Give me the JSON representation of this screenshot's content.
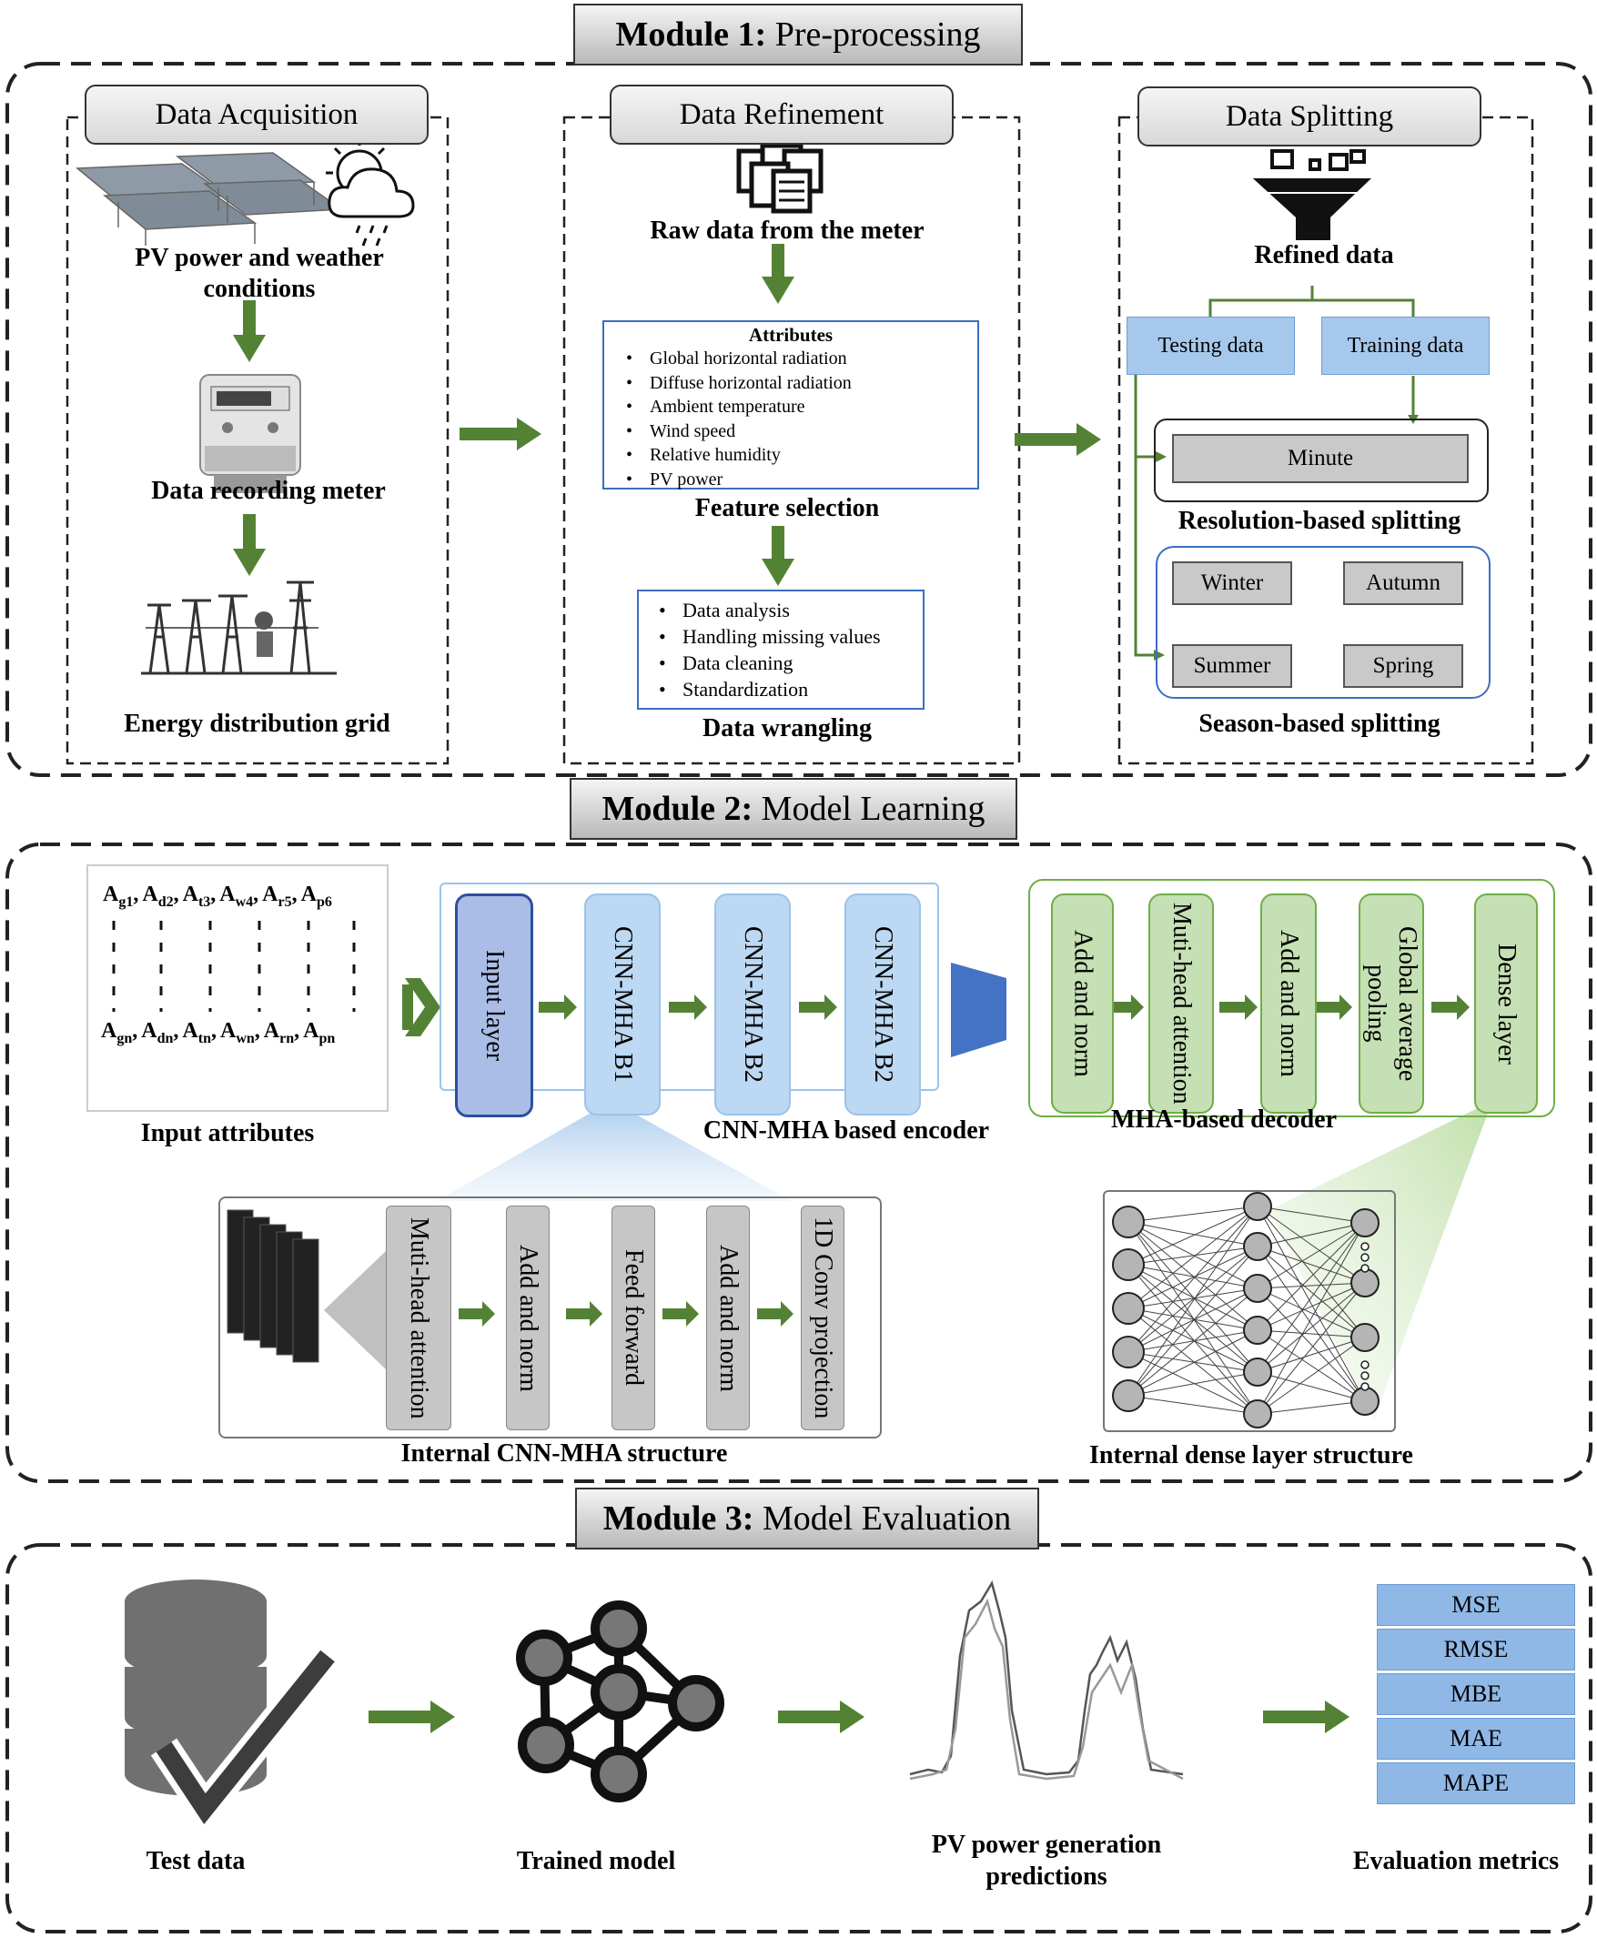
{
  "module1": {
    "title_bold": "Module 1:",
    "title_rest": " Pre-processing",
    "acquisition": {
      "heading": "Data Acquisition",
      "pv_caption": "PV power and weather conditions",
      "meter_caption": "Data recording  meter",
      "grid_caption": "Energy distribution grid"
    },
    "refinement": {
      "heading": "Data Refinement",
      "raw_caption": "Raw data from the meter",
      "attributes_title": "Attributes",
      "attributes": [
        "Global horizontal radiation",
        "Diffuse horizontal radiation",
        "Ambient temperature",
        "Wind speed",
        "Relative humidity",
        "PV power"
      ],
      "feature_caption": "Feature selection",
      "wrangling_items": [
        "Data analysis",
        "Handling missing values",
        "Data cleaning",
        "Standardization"
      ],
      "wrangling_caption": "Data wrangling"
    },
    "splitting": {
      "heading": "Data Splitting",
      "refined_caption": "Refined  data",
      "testing": "Testing data",
      "training": "Training data",
      "minute": "Minute",
      "resolution_caption": "Resolution-based splitting",
      "seasons": [
        "Winter",
        "Autumn",
        "Summer",
        "Spring"
      ],
      "season_caption": "Season-based splitting"
    }
  },
  "module2": {
    "title_bold": "Module 2:",
    "title_rest": " Model Learning",
    "input_top": [
      "g1",
      "d2",
      "t3",
      "w4",
      "r5",
      "p6"
    ],
    "input_bottom": [
      "gn",
      "dn",
      "tn",
      "wn",
      "rn",
      "pn"
    ],
    "input_caption": "Input attributes",
    "encoder_blocks": [
      "Input layer",
      "CNN-MHA B1",
      "CNN-MHA B2",
      "CNN-MHA B2"
    ],
    "encoder_caption": "CNN-MHA based encoder",
    "decoder_blocks": [
      "Add and norm",
      "Muti-head attention",
      "Add and norm",
      "Global average pooling",
      "Dense layer"
    ],
    "decoder_caption": "MHA-based decoder",
    "internal_blocks": [
      "Muti-head attention",
      "Add and norm",
      "Feed forward",
      "Add and norm",
      "1D Conv projection"
    ],
    "internal_caption": "Internal CNN-MHA structure",
    "dense_caption": "Internal dense layer structure"
  },
  "module3": {
    "title_bold": "Module 3:",
    "title_rest": " Model Evaluation",
    "test_caption": "Test data",
    "model_caption": "Trained model",
    "pred_caption": "PV power generation predictions",
    "metrics": [
      "MSE",
      "RMSE",
      "MBE",
      "MAE",
      "MAPE"
    ],
    "metrics_caption": "Evaluation metrics"
  },
  "colors": {
    "arrow_green": "#548235",
    "blue_fill": "#a6c8ec",
    "blue_border": "#3b6fc0",
    "green_border": "#70ad47",
    "green_fill": "#c5e0b4"
  }
}
